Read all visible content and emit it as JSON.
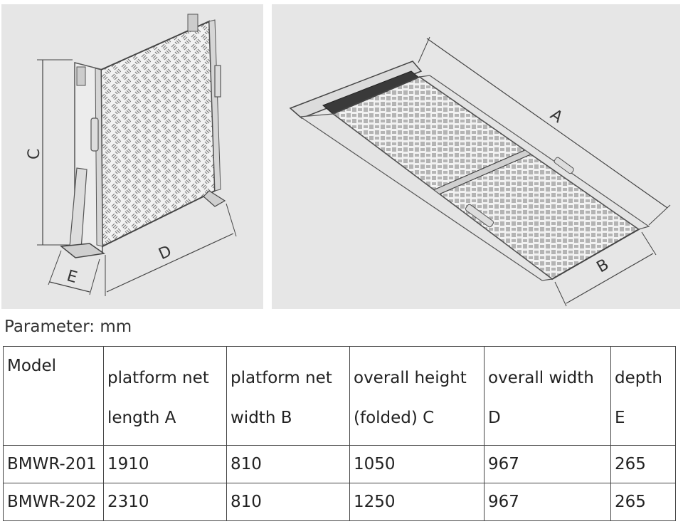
{
  "figure_left": {
    "labels": {
      "height": "C",
      "width": "D",
      "depth": "E"
    }
  },
  "figure_right": {
    "labels": {
      "length": "A",
      "width": "B"
    }
  },
  "caption": "Parameter: mm",
  "table": {
    "headers": [
      {
        "line1": "Model",
        "line2": ""
      },
      {
        "line1": "platform net",
        "line2": "length A"
      },
      {
        "line1": "platform net",
        "line2": "width B"
      },
      {
        "line1": "overall height",
        "line2": "(folded) C"
      },
      {
        "line1": "overall width",
        "line2": "D"
      },
      {
        "line1": "depth",
        "line2": "E"
      }
    ],
    "rows": [
      [
        "BMWR-201",
        "1910",
        "810",
        "1050",
        "967",
        "265"
      ],
      [
        "BMWR-202",
        "2310",
        "810",
        "1250",
        "967",
        "265"
      ]
    ]
  }
}
